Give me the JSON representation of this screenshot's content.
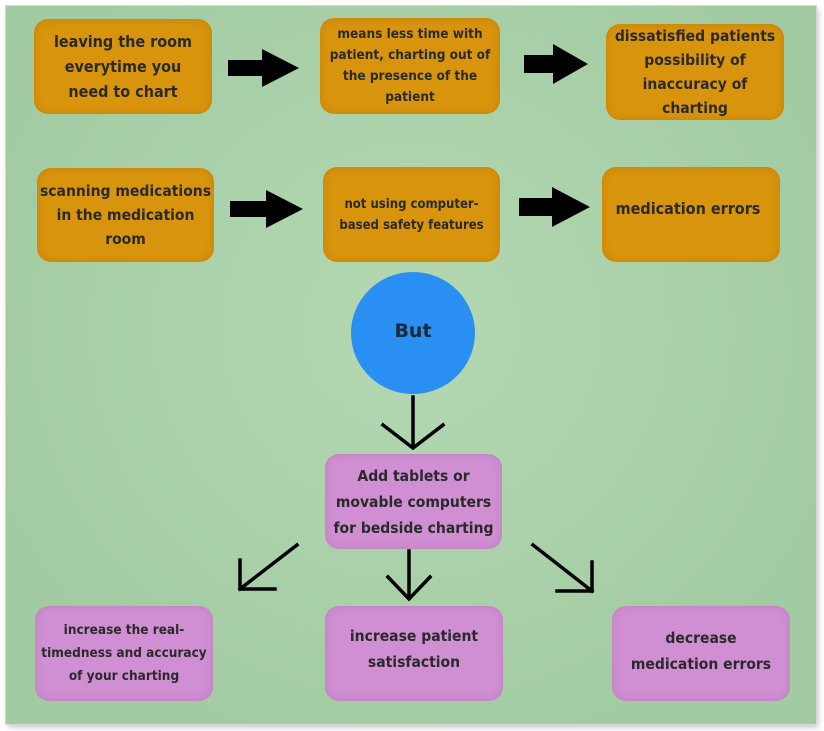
{
  "row1": {
    "start": "leaving the room everytime you need to chart",
    "middle": "means less time with patient, charting out of the presence of the patient",
    "end": "dissatisfied patients possibility of inaccuracy of charting"
  },
  "row2": {
    "start": "scanning medications in the medication room",
    "middle": "not using computer-based safety features",
    "end": "medication errors"
  },
  "pivot": {
    "label": "But"
  },
  "solution": {
    "label": "Add tablets or movable computers for bedside charting"
  },
  "outcomes": [
    {
      "label": "increase the real-timedness and accuracy of your charting"
    },
    {
      "label": "increase patient satisfaction"
    },
    {
      "label": "decrease medication errors"
    }
  ],
  "colors": {
    "background": "#a9d3a8",
    "problem_box": "#d8940c",
    "solution_box": "#cf8fd2",
    "pivot_circle": "#2a8ff2",
    "arrow": "#000000"
  }
}
